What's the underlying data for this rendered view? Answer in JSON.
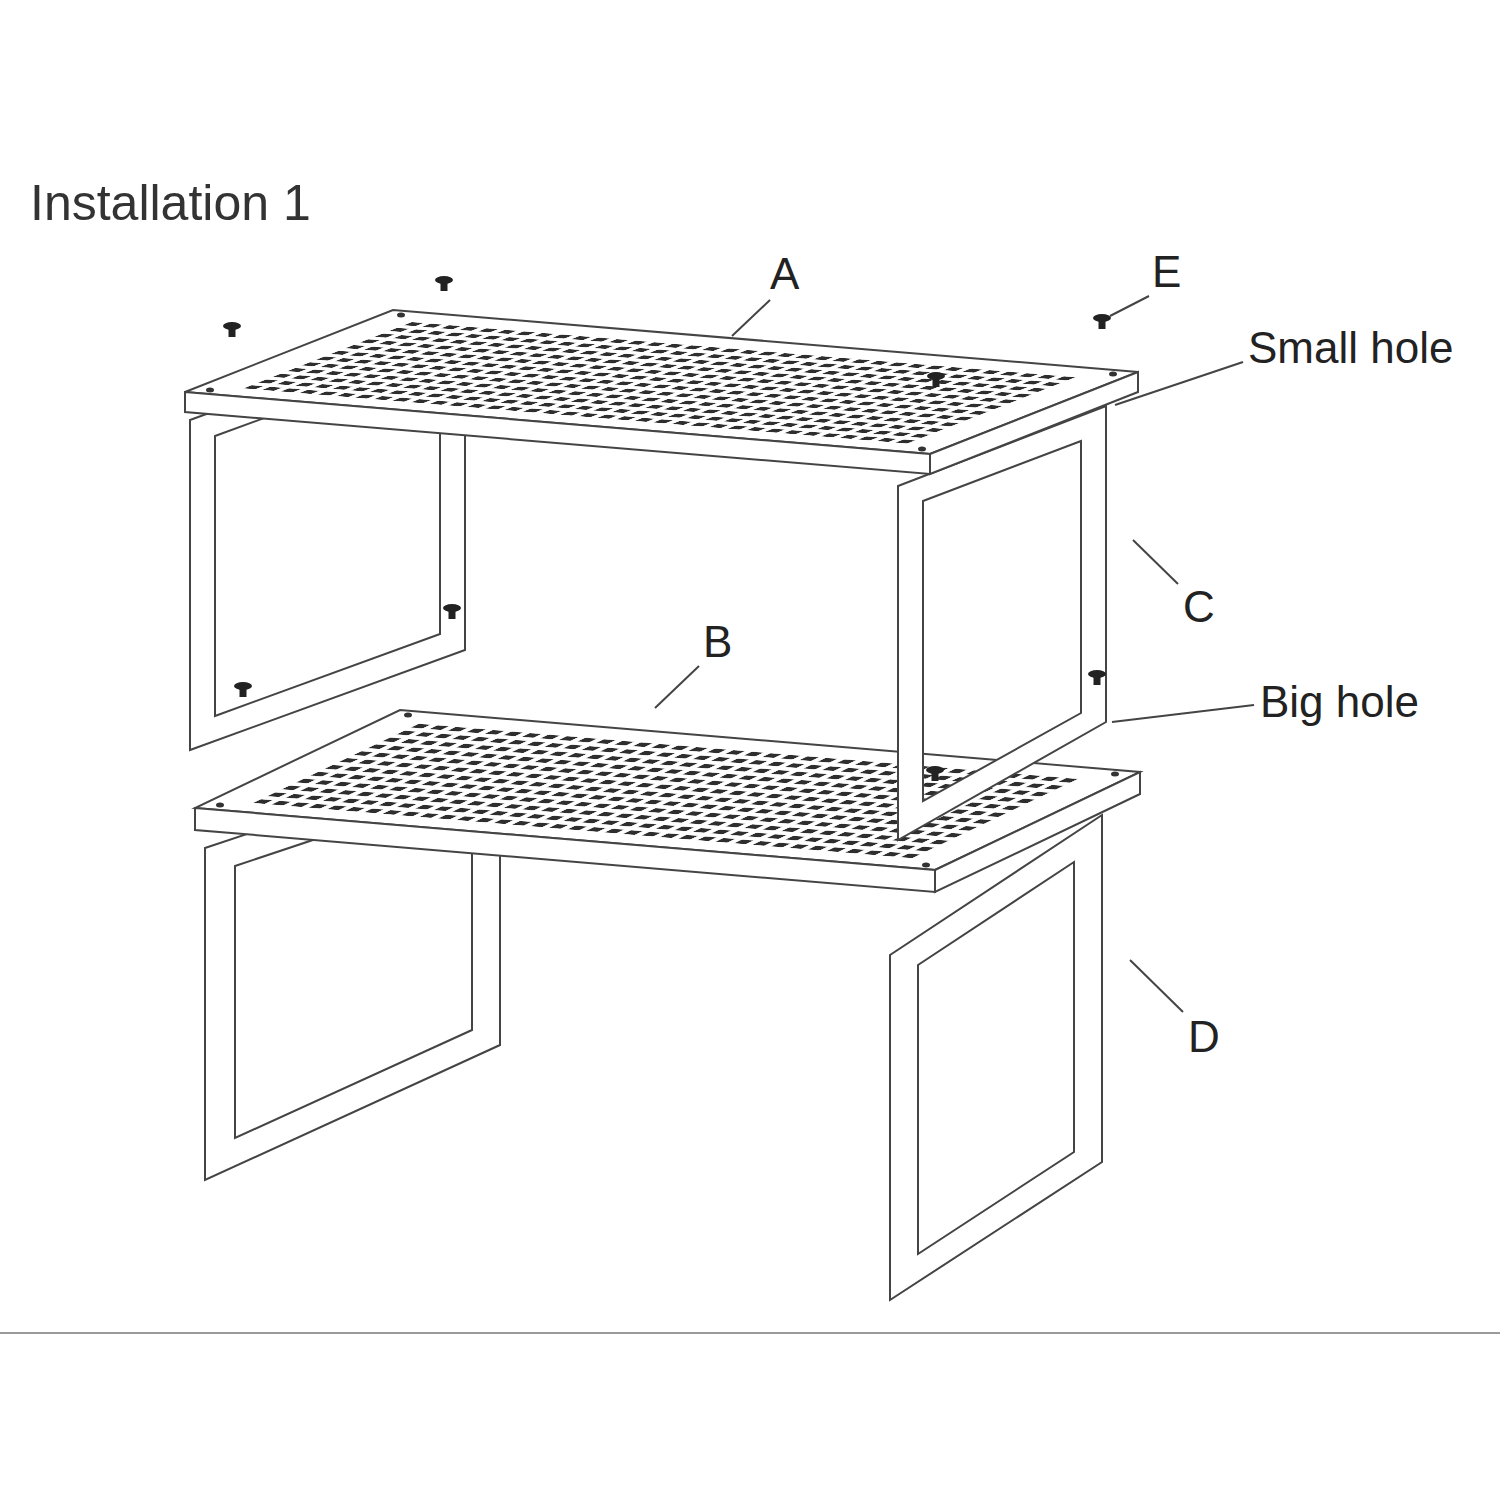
{
  "diagram": {
    "title": "Installation 1",
    "labels": [
      "A",
      "E",
      "Small hole",
      "C",
      "B",
      "Big hole",
      "D"
    ]
  }
}
